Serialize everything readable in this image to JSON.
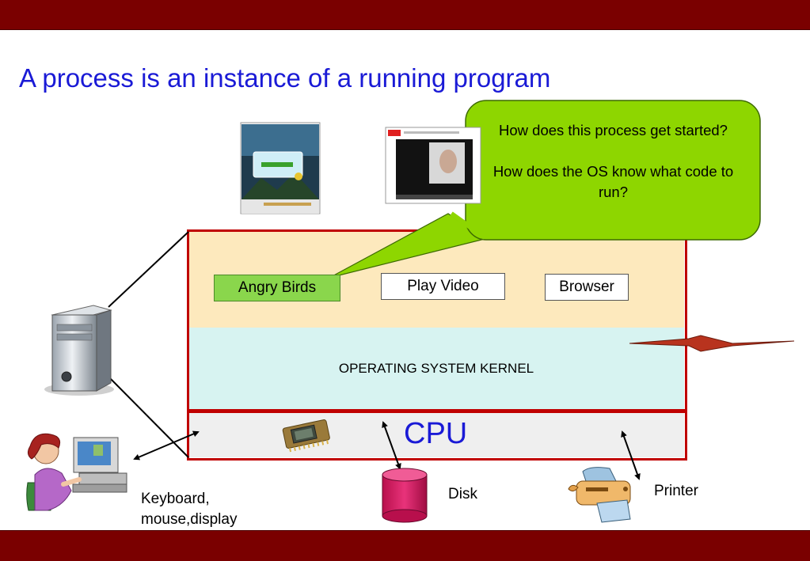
{
  "title": "A process is an instance of a running program",
  "callout": {
    "question_1": "How does this process get started?",
    "question_2": "How does the OS know what code to run?"
  },
  "processes": {
    "angry_birds": "Angry Birds",
    "play_video": "Play Video",
    "browser": "Browser"
  },
  "kernel_label": "OPERATING SYSTEM KERNEL",
  "cpu_label": "CPU",
  "devices": {
    "keyboard_line1": "Keyboard,",
    "keyboard_line2": "mouse,display",
    "disk": "Disk",
    "printer": "Printer"
  },
  "colors": {
    "header_bar": "#7a0000",
    "title_text": "#1a1ad6",
    "callout_fill": "#8ed600",
    "app_layer": "#fde9bd",
    "kernel_layer": "#d7f3f1",
    "cpu_layer": "#efefef",
    "frame": "#c00000",
    "disk": "#d4145a"
  }
}
